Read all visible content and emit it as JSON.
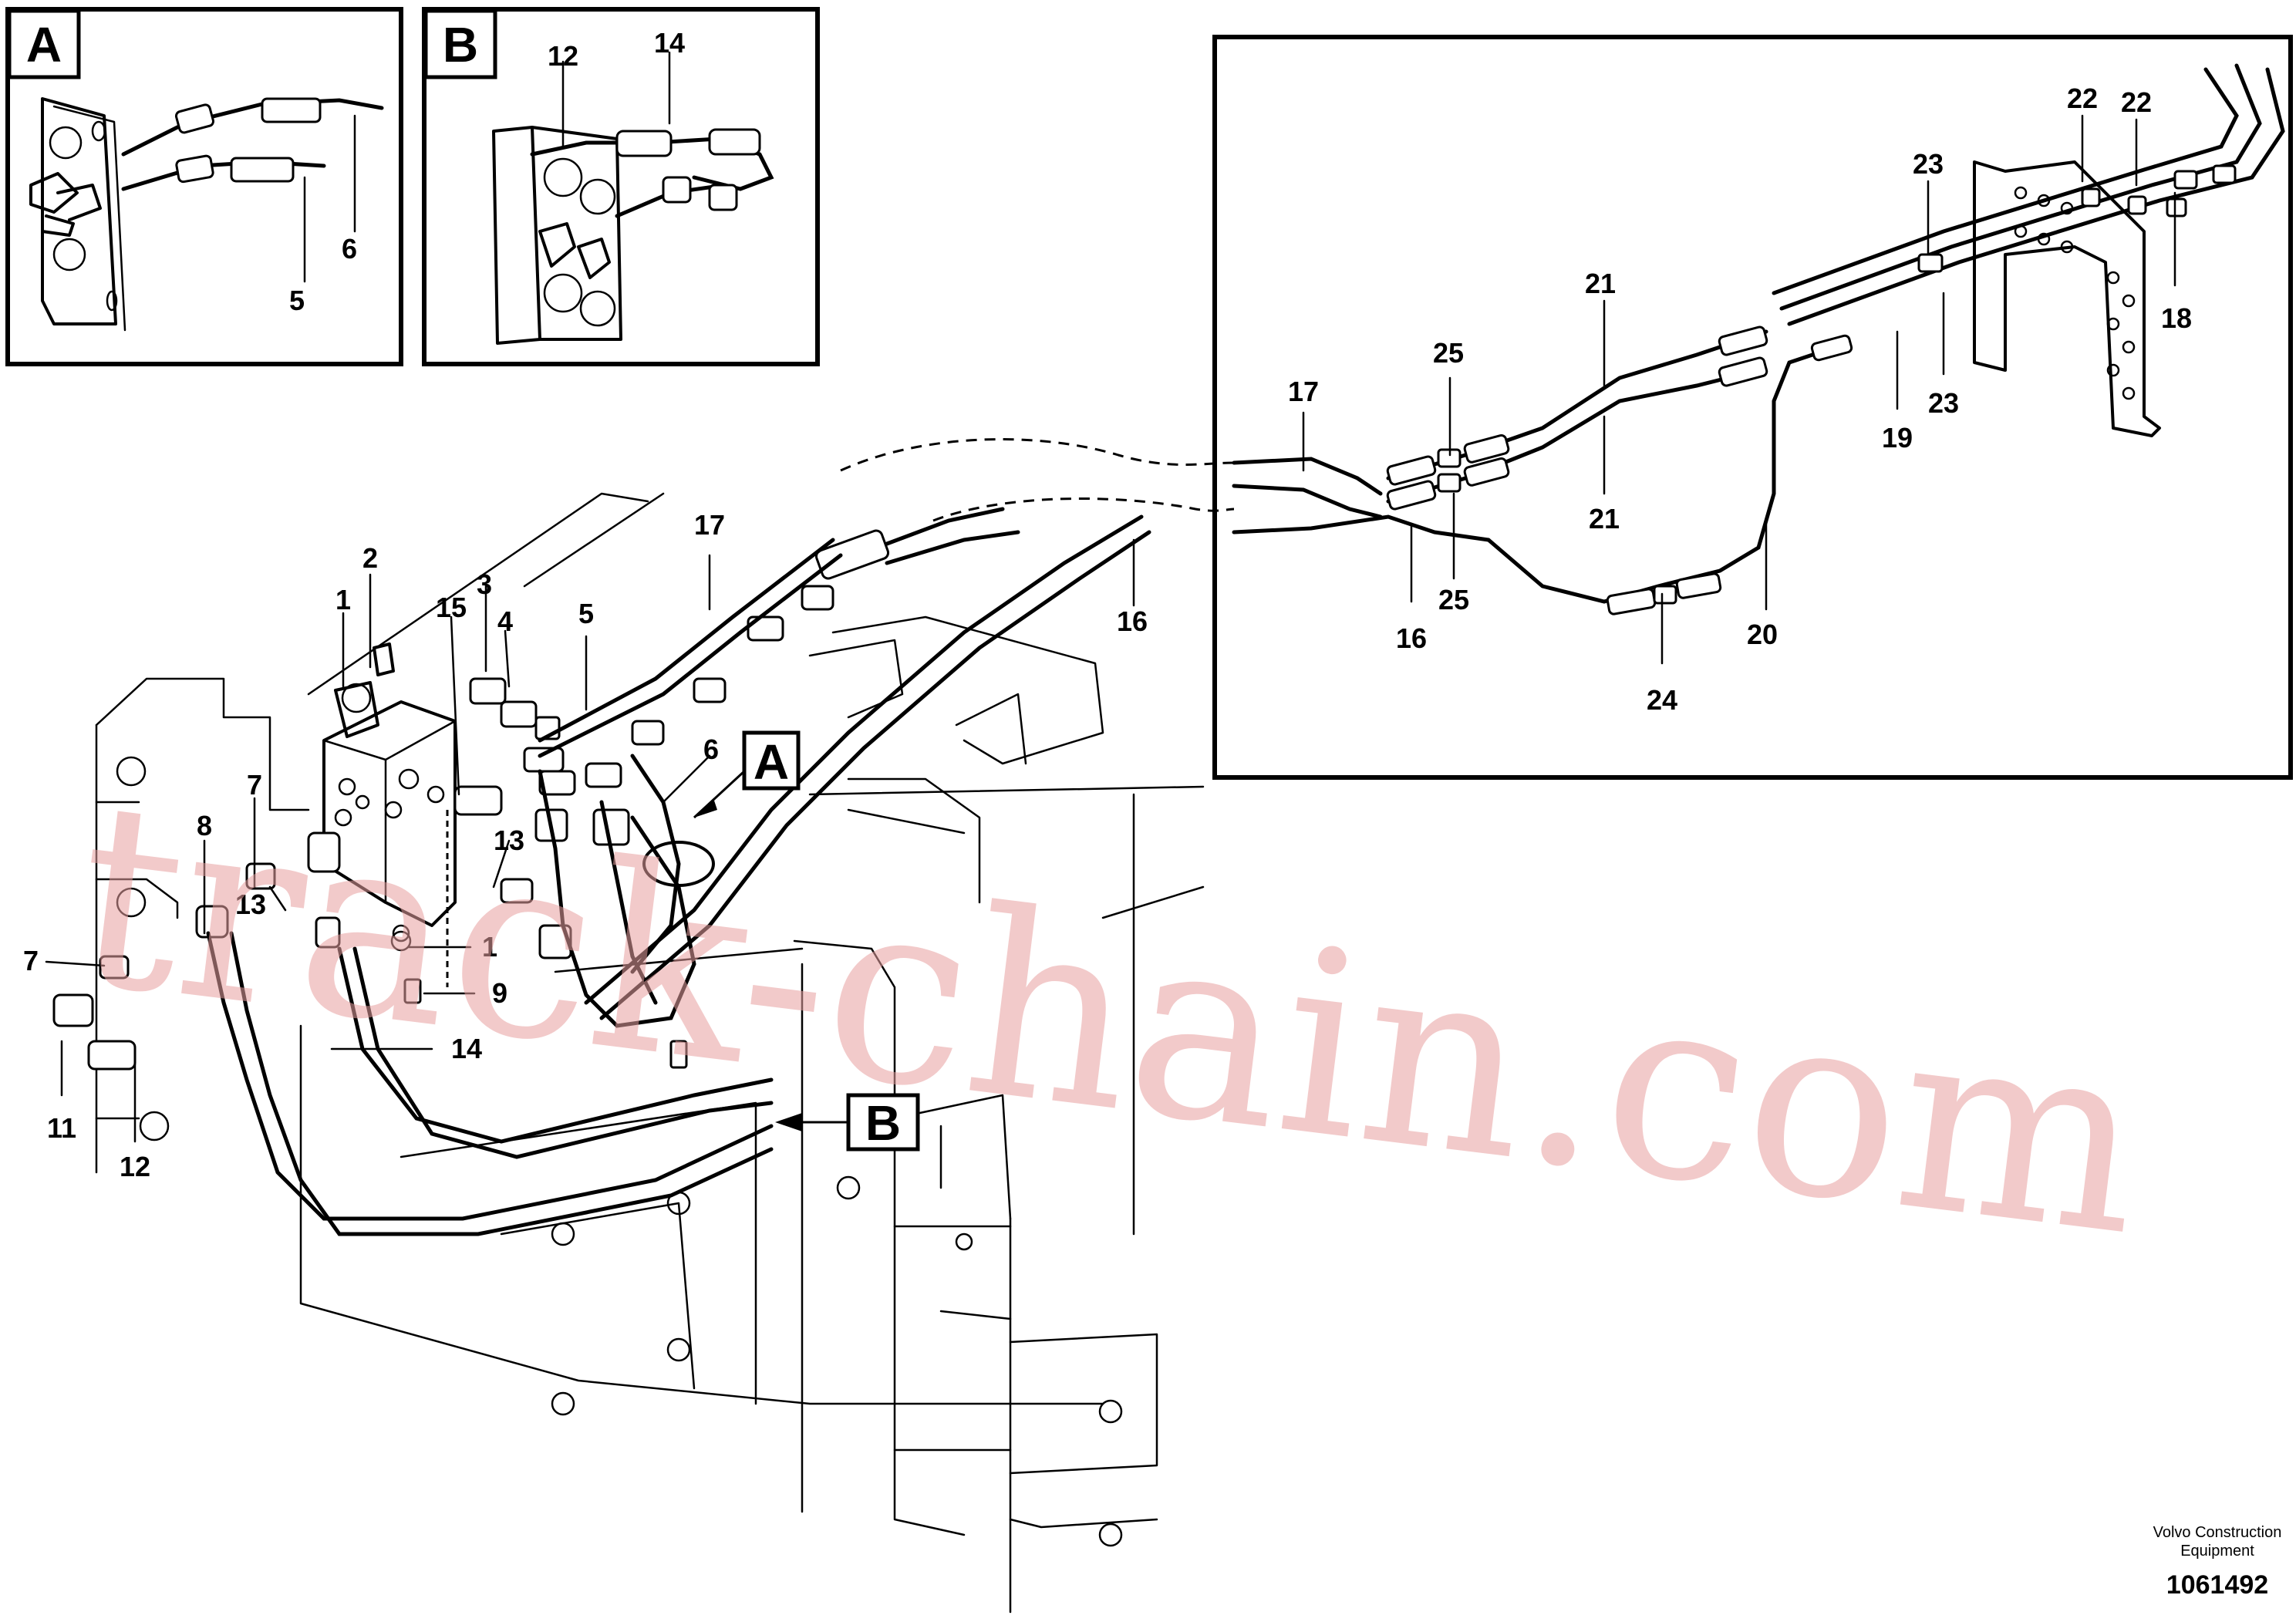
{
  "inset_tags": {
    "a": "A",
    "b": "B"
  },
  "callouts": {
    "inset_a": [
      "6",
      "5"
    ],
    "inset_b": [
      "12",
      "14"
    ],
    "detail": [
      "22",
      "22",
      "23",
      "21",
      "25",
      "17",
      "21",
      "25",
      "16",
      "24",
      "20",
      "19",
      "23",
      "18"
    ],
    "main": [
      "2",
      "1",
      "3",
      "15",
      "4",
      "5",
      "17",
      "16",
      "6",
      "7",
      "8",
      "13",
      "13",
      "7",
      "1",
      "9",
      "14",
      "11",
      "12"
    ]
  },
  "watermark": "track-chain.com",
  "caption": {
    "line1": "Volvo Construction",
    "line2": "Equipment"
  },
  "doc_number": "1061492"
}
